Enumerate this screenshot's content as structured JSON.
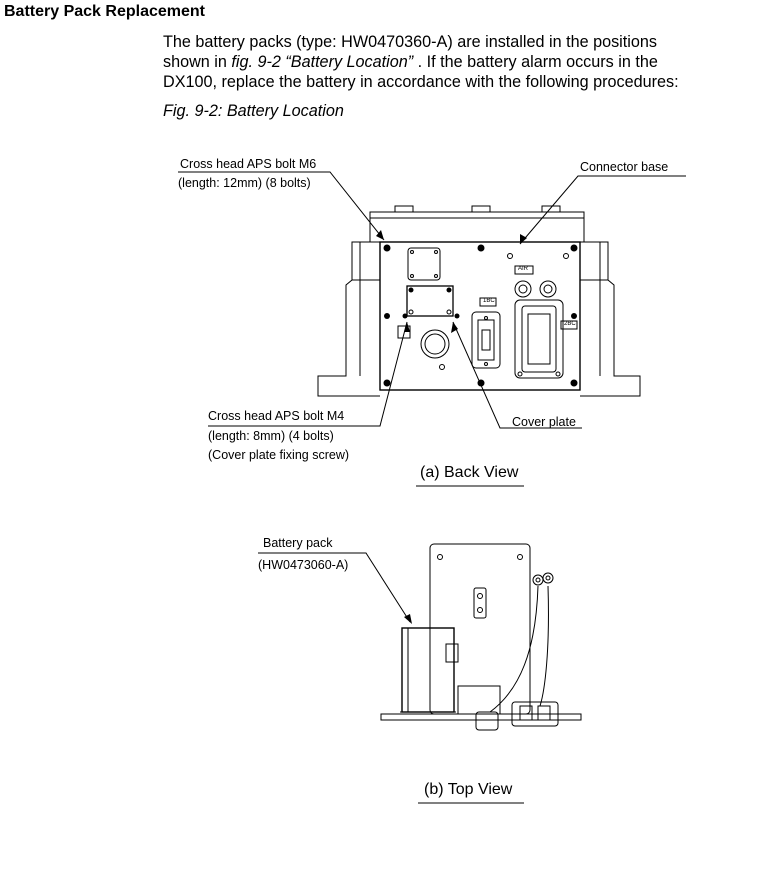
{
  "section_title": "Battery Pack Replacement",
  "intro": {
    "line1": "The battery packs (type: HW0470360-A) are installed in the positions",
    "line2_a": "shown in ",
    "line2_ref": "fig. 9-2  “Battery Location”",
    "line2_b": " .  If the battery alarm occurs in the",
    "line3": "DX100, replace the battery in accordance with the following procedures:"
  },
  "figure_caption": "Fig. 9-2: Battery Location",
  "back_view": {
    "label_bolt_m6": "Cross head APS bolt M6",
    "label_bolt_m6_detail": "(length: 12mm)  (8 bolts)",
    "label_connector_base": "Connector base",
    "label_bolt_m4": "Cross head APS bolt M4",
    "label_bolt_m4_detail1": "(length: 8mm)  (4 bolts)",
    "label_bolt_m4_detail2": "(Cover plate fixing screw)",
    "label_cover_plate": "Cover plate",
    "tag_air": "AIR",
    "tag_1bc": "1BC",
    "tag_2bc": "2BC",
    "caption": "(a) Back View"
  },
  "top_view": {
    "label_battery_pack": "Battery pack",
    "label_battery_part": "(HW0473060-A)",
    "caption": "(b) Top View"
  }
}
